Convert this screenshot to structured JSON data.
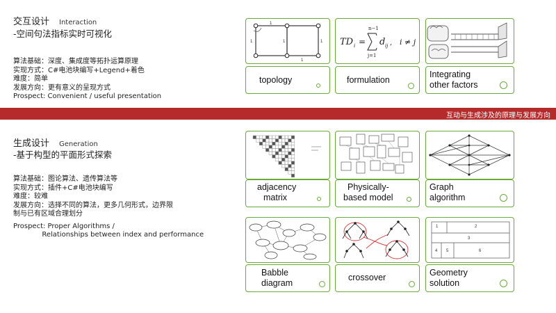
{
  "interaction": {
    "title_cn": "交互设计",
    "title_en": "Interaction",
    "subtitle": "-空间句法指标实时可视化",
    "lines": [
      "算法基础：深度、集成度等拓扑运算原理",
      "实现方式：C#电池块编写+Legend+着色",
      "难度：简单",
      "发展方向：更有意义的呈现方式",
      "Prospect: Convenient / useful presentation"
    ]
  },
  "banner": {
    "text": "互动与生成涉及的原理与发展方向"
  },
  "generation": {
    "title_cn": "生成设计",
    "title_en": "Generation",
    "subtitle": "-基于构型的平面形式探索",
    "lines": [
      "算法基础：图论算法、遗传算法等",
      "实现方式：插件+C#电池块编写",
      "难度：较难",
      "发展方向：选择不同的算法，更多几何形式，边界限",
      "制与已有区域合理划分",
      "Prospect: Proper Algorithms /",
      "             Relationships between index and performance"
    ]
  },
  "cards": {
    "topology": {
      "label": "topology"
    },
    "formulation": {
      "label": "formulation",
      "formula": "TD",
      "sub": "i",
      "eq": "=",
      "sum_top": "n−1",
      "sum_bot": "j=1",
      "term": "d",
      "term_sub": "ij",
      "cond": "i ≠ j"
    },
    "integrating": {
      "line1": "Integrating",
      "line2": "other factors"
    },
    "adjacency": {
      "line1": "adjacency",
      "line2": "matrix"
    },
    "physically": {
      "line1": "Physically-",
      "line2": "based model"
    },
    "graph": {
      "line1": "Graph",
      "line2": "algorithm"
    },
    "babble": {
      "line1": "Babble",
      "line2": "diagram"
    },
    "crossover": {
      "label": "crossover"
    },
    "geometry": {
      "line1": "Geometry",
      "line2": "solution",
      "cells": [
        "1",
        "2",
        "3",
        "4",
        "5",
        "6"
      ]
    }
  },
  "topology_graph": {
    "edge_labels": [
      "1",
      "1",
      "1",
      "1",
      "1"
    ]
  },
  "colors": {
    "accent_green": "#6aaa3a",
    "banner_red": "#b52a2a"
  }
}
